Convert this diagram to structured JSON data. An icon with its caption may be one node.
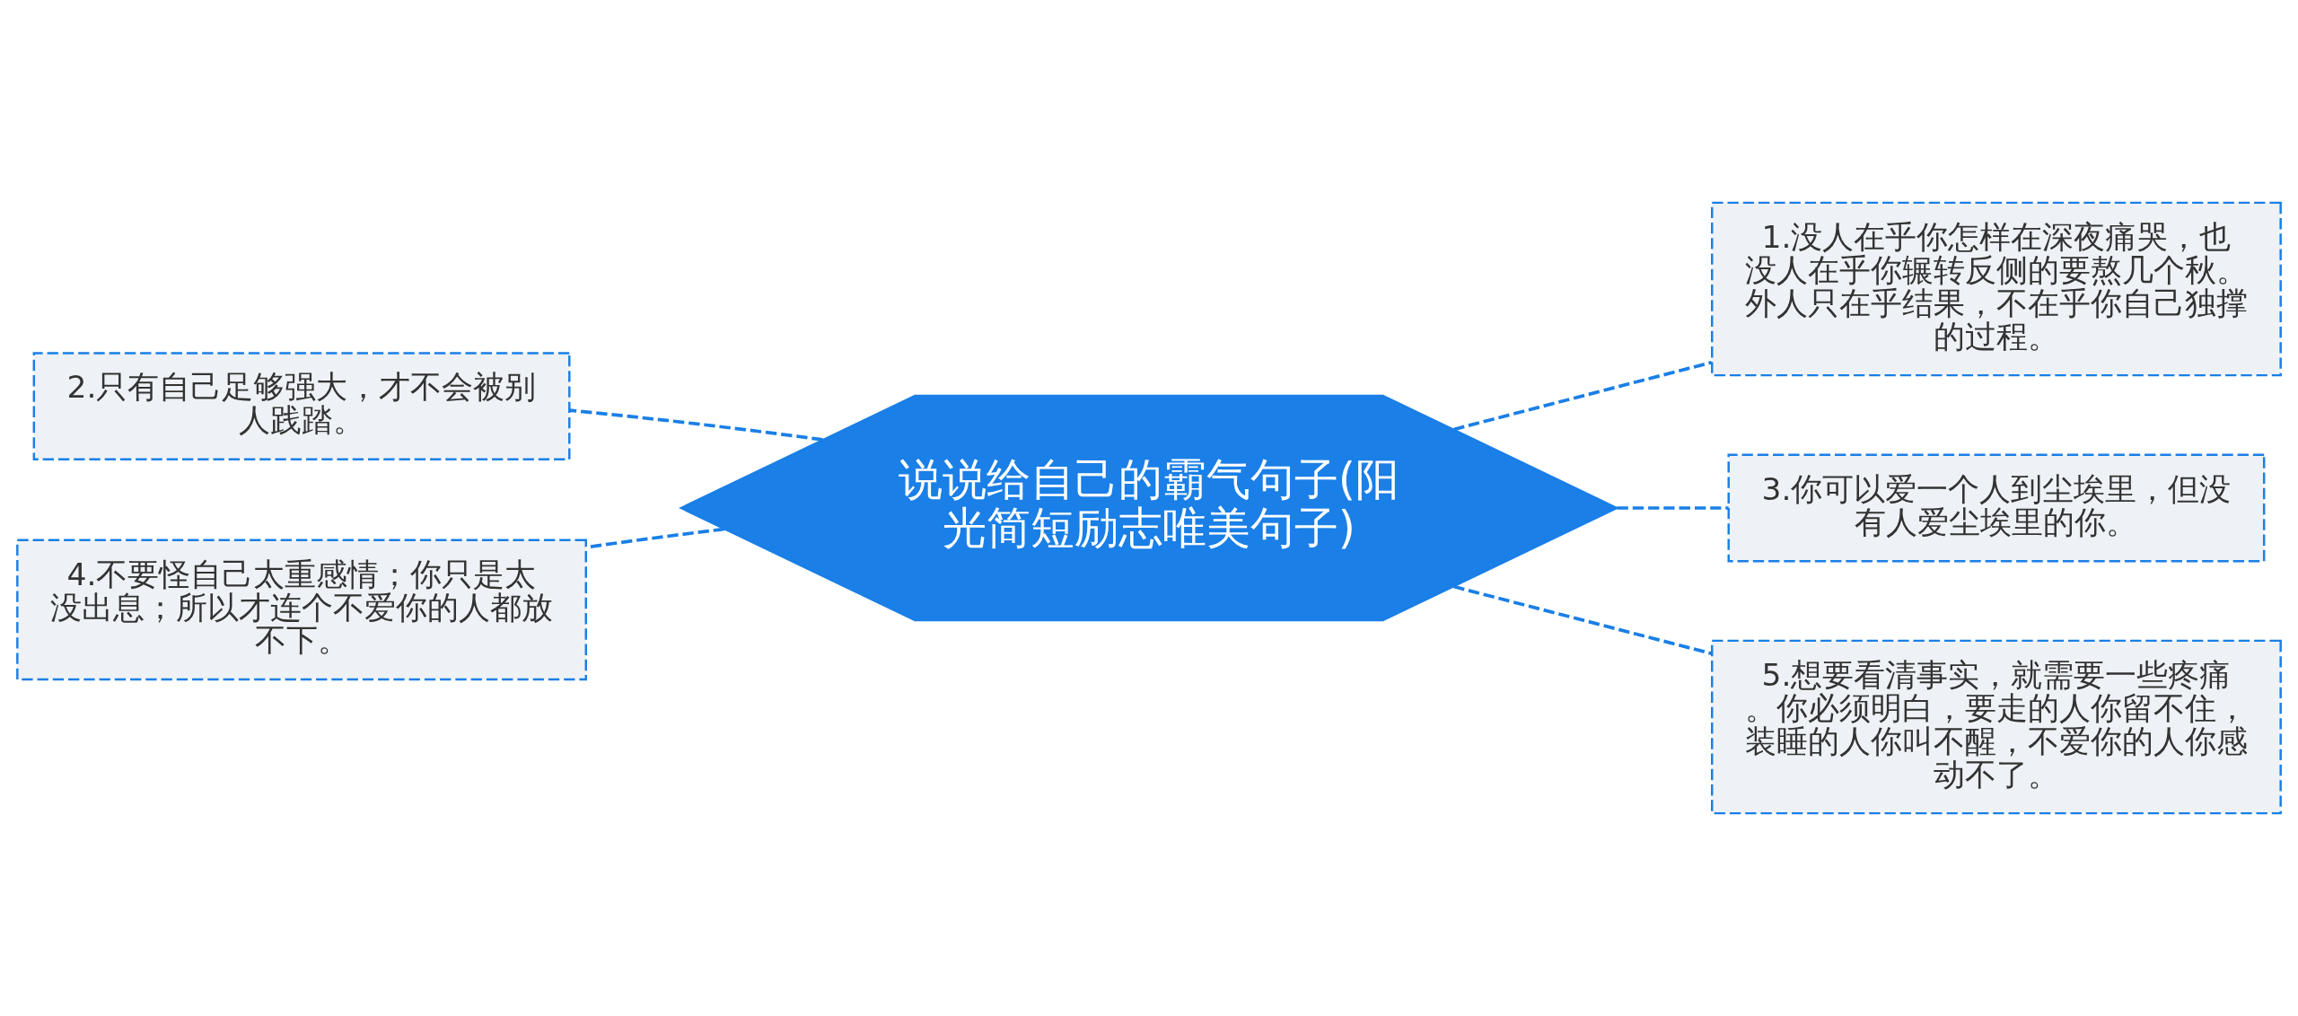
{
  "diagram": {
    "nodes": [
      {
        "text": [
          "说说给自己的霸气句子(阳光简短励志唯美句子)"
        ]
      },
      {
        "text": [
          "1.没人在乎你怎样在深夜痛哭，也没人在乎你辗转反侧的要熬几个秋。外人只在乎结果，不在乎你自己独撑的过程。"
        ]
      },
      {
        "text": [
          "2.只有自己足够强大，才不会被别人践踏。"
        ]
      },
      {
        "text": [
          "3.你可以爱一个人到尘埃里，但没有人爱尘埃里的你。"
        ]
      },
      {
        "text": [
          "4.不要怪自己太重感情；你只是太没出息；所以才连个不爱你的人都放不下。"
        ]
      },
      {
        "text": [
          "5.想要看清事实，就需要一些疼痛。你必须明白，要走的人你留不住，装睡的人你叫不醒，不爱你的人你感动不了。"
        ]
      }
    ],
    "edges": [
      {
        "from": 0,
        "to": 1,
        "arrow": "none",
        "style": "dashed"
      },
      {
        "from": 0,
        "to": 2,
        "arrow": "none",
        "style": "dashed"
      },
      {
        "from": 0,
        "to": 3,
        "arrow": "none",
        "style": "dashed"
      },
      {
        "from": 0,
        "to": 4,
        "arrow": "none",
        "style": "dashed"
      },
      {
        "from": 0,
        "to": 5,
        "arrow": "none",
        "style": "dashed"
      }
    ]
  }
}
